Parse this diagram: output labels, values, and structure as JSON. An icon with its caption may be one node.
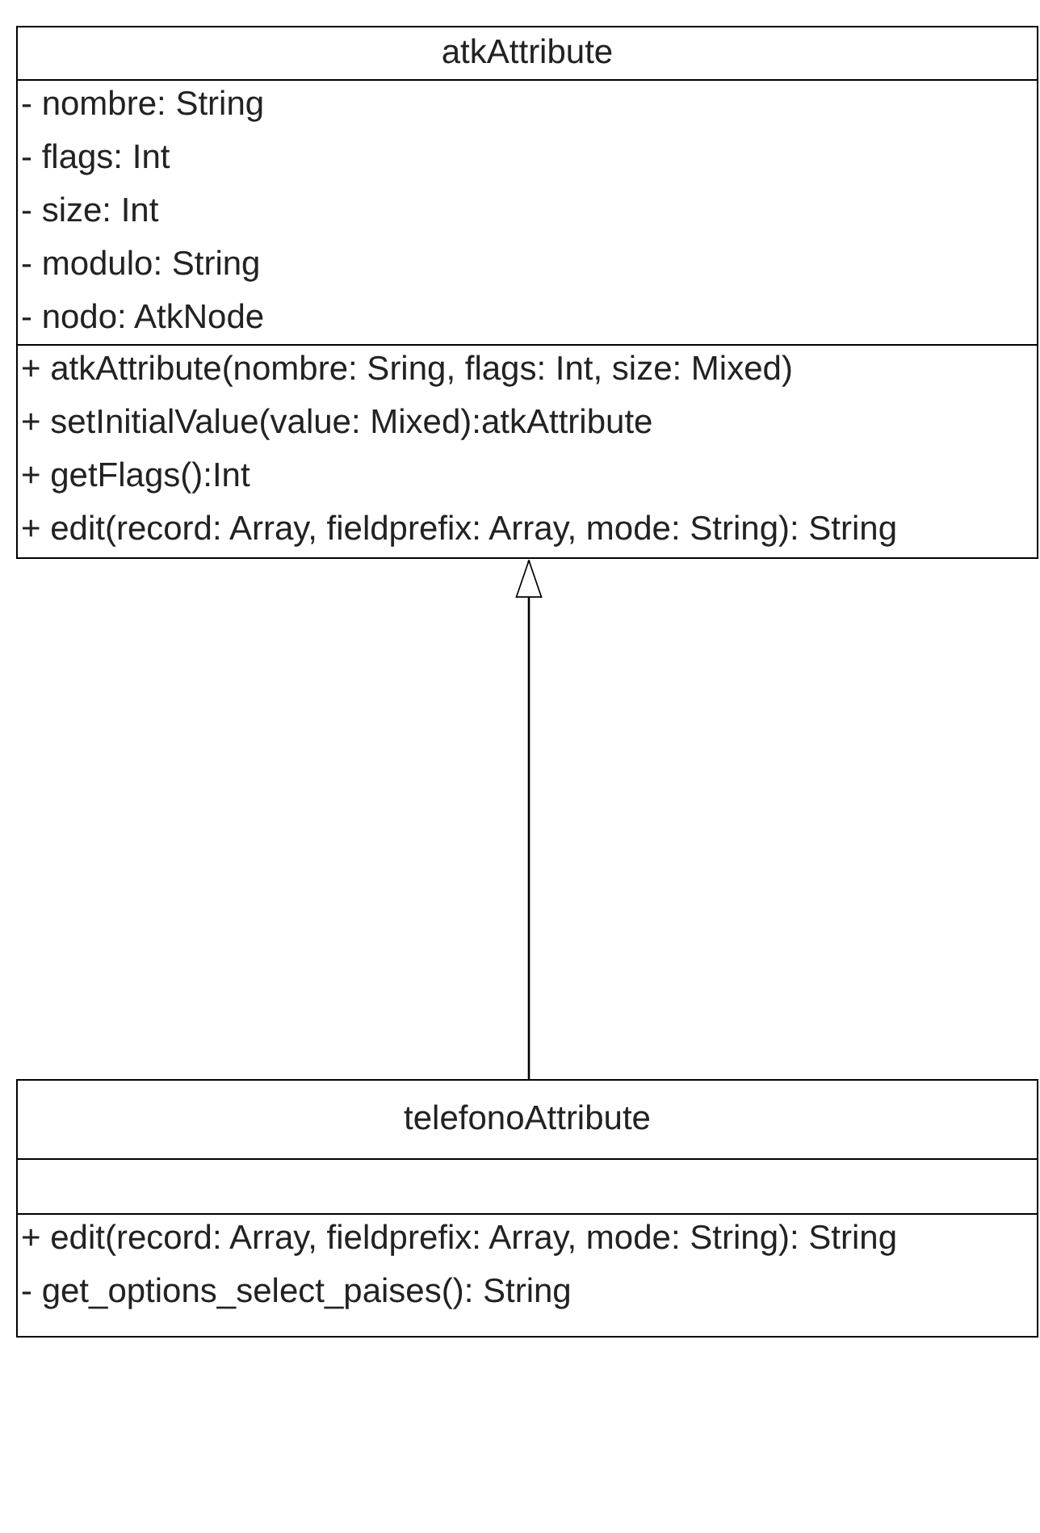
{
  "diagram": {
    "nodes": [
      {
        "text": [
          "atkAttribute"
        ]
      },
      {
        "text": [
          "- nombre: String",
          "- flags: Int",
          "- size: Int",
          "- modulo: String",
          "- nodo: AtkNode"
        ],
        "in": 0
      },
      {
        "text": [
          "+ atkAttribute(nombre: Sring, flags: Int, size: Mixed)",
          "+ setInitialValue(value: Mixed):atkAttribute",
          "+ getFlags():Int",
          "+ edit(record: Array, fieldprefix: Array, mode: String): String"
        ],
        "in": 0
      },
      {
        "text": [
          "telefonoAttribute"
        ]
      },
      {
        "text": [],
        "shape": "box",
        "in": 3
      },
      {
        "text": [
          "+ edit(record: Array, fieldprefix: Array, mode: String): String",
          "- get_options_select_paises(): String"
        ],
        "in": 3
      }
    ],
    "edges": [
      {
        "from": 3,
        "to": 0,
        "arrow": "to"
      }
    ]
  }
}
